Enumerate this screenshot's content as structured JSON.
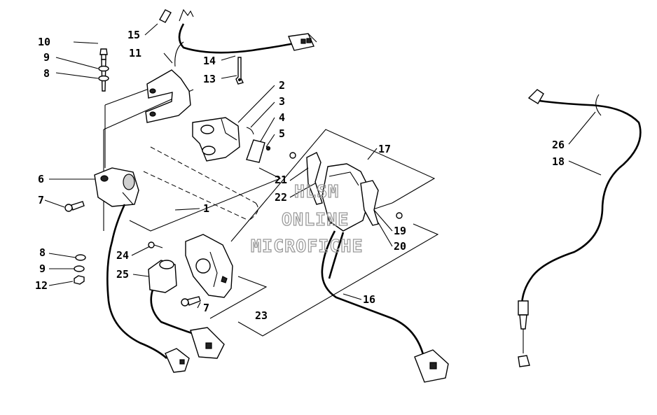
{
  "callouts": [
    "1",
    "2",
    "3",
    "4",
    "5",
    "6",
    "7",
    "7",
    "8",
    "8",
    "9",
    "9",
    "10",
    "11",
    "12",
    "13",
    "14",
    "15",
    "16",
    "17",
    "18",
    "19",
    "20",
    "21",
    "22",
    "23",
    "24",
    "25",
    "26"
  ],
  "watermark": {
    "line1": "HLSM",
    "line2": "ONLINE",
    "line3": "MICROFICHE"
  }
}
